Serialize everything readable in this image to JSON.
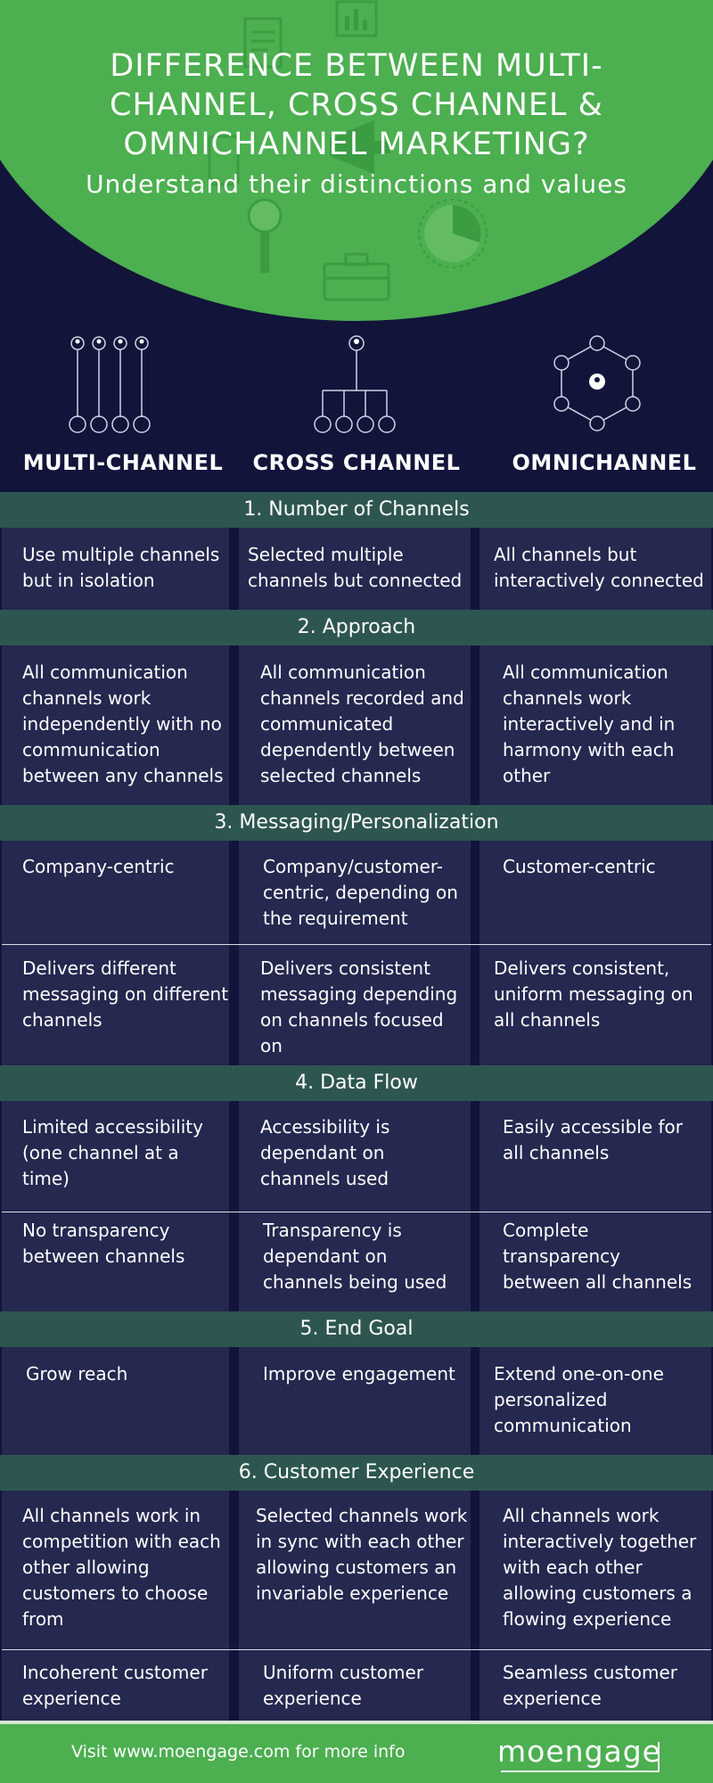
{
  "header": {
    "title": "DIFFERENCE BETWEEN MULTI-CHANNEL, CROSS CHANNEL & OMNICHANNEL MARKETING?",
    "subtitle": "Understand their distinctions and values"
  },
  "columns": [
    "MULTI-CHANNEL",
    "CROSS CHANNEL",
    "OMNICHANNEL"
  ],
  "sections": [
    {
      "title": "1. Number of Channels",
      "rows": [
        [
          "Use multiple channels but in isolation",
          "Selected multiple channels but connected",
          "All channels but interactively connected"
        ]
      ]
    },
    {
      "title": "2. Approach",
      "rows": [
        [
          "All communication channels work independently with no communication between any channels",
          "All communication channels recorded and communicated dependently between selected channels",
          "All communication channels work interactively and in harmony with each other"
        ]
      ]
    },
    {
      "title": "3. Messaging/Personalization",
      "rows": [
        [
          "Company-centric",
          "Company/customer-centric, depending on the requirement",
          "Customer-centric"
        ],
        [
          "Delivers different messaging on different channels",
          "Delivers consistent messaging depending on channels focused on",
          "Delivers consistent, uniform messaging on all channels"
        ]
      ]
    },
    {
      "title": "4. Data Flow",
      "rows": [
        [
          "Limited accessibility (one channel at a time)",
          "Accessibility is dependant on channels used",
          "Easily accessible for all channels"
        ],
        [
          "No transparency between channels",
          "Transparency is dependant on channels being used",
          "Complete transparency between all channels"
        ]
      ]
    },
    {
      "title": "5. End Goal",
      "rows": [
        [
          "Grow reach",
          "Improve engagement",
          "Extend one-on-one personalized communication"
        ]
      ]
    },
    {
      "title": "6. Customer Experience",
      "rows": [
        [
          "All channels work in competition with each other allowing customers to choose from",
          "Selected channels work in sync with each other allowing customers an invariable experience",
          "All channels work interactively together with each other allowing customers a flowing experience"
        ],
        [
          "Incoherent customer experience",
          "Uniform customer experience",
          "Seamless customer experience"
        ]
      ]
    }
  ],
  "footer": {
    "text": "Visit www.moengage.com for more info",
    "logo": "moengage"
  },
  "colors": {
    "green": "#4caf50",
    "navy": "#12143a",
    "column": "#25284f",
    "section": "#2e5650"
  }
}
